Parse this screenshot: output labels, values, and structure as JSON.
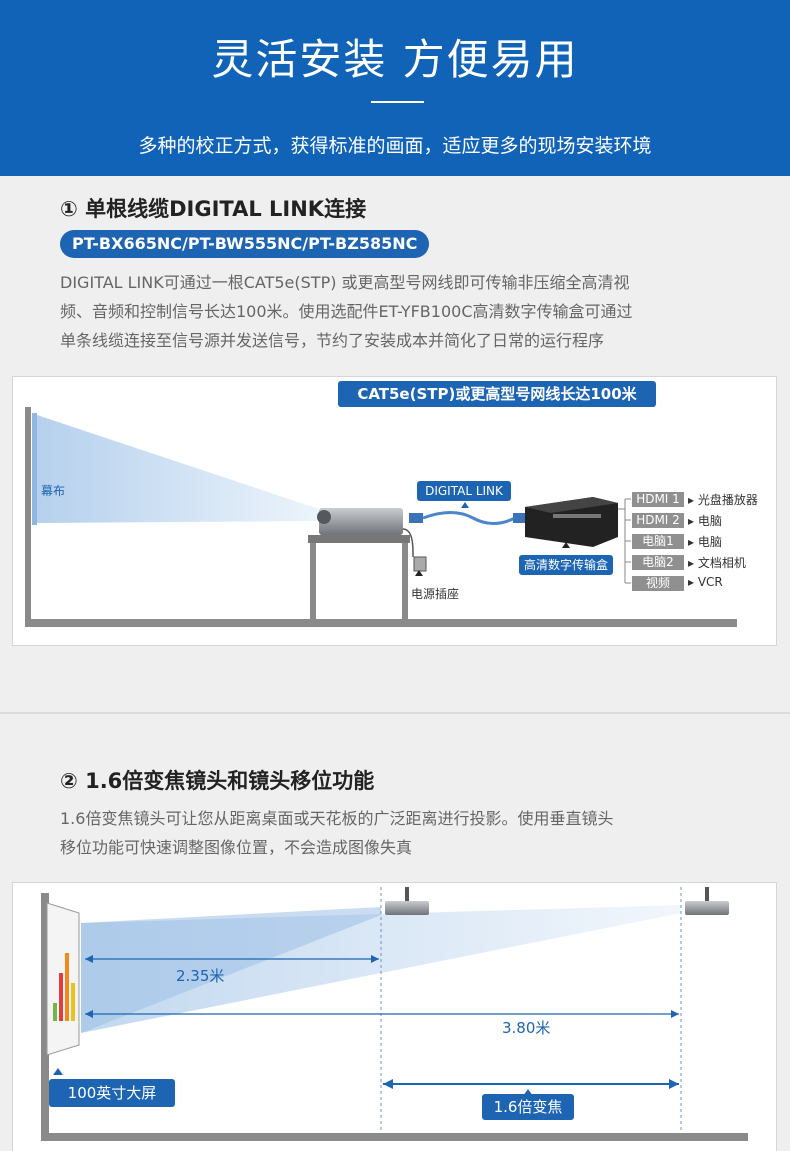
{
  "header": {
    "title": "灵活安装 方便易用",
    "subtitle": "多种的校正方式，获得标准的画面，适应更多的现场安装环境"
  },
  "section1": {
    "title": "① 单根线缆DIGITAL LINK连接",
    "models": "PT-BX665NC/PT-BW555NC/PT-BZ585NC",
    "desc_lines": [
      "DIGITAL LINK可通过一根CAT5e(STP) 或更高型号网线即可传输非压缩全高清视",
      "频、音频和控制信号长达100米。使用选配件ET-YFB100C高清数字传输盒可通过",
      "单条线缆连接至信号源并发送信号，节约了安装成本并简化了日常的运行程序"
    ],
    "diagram": {
      "cable_label": "CAT5e(STP)或更高型号网线长达100米",
      "screen_label": "幕布",
      "digital_link_label": "DIGITAL LINK",
      "box_label": "高清数字传输盒",
      "power_label": "电源插座",
      "inputs": [
        {
          "port": "HDMI 1",
          "device": "光盘播放器"
        },
        {
          "port": "HDMI 2",
          "device": "电脑"
        },
        {
          "port": "电脑1",
          "device": "电脑"
        },
        {
          "port": "电脑2",
          "device": "文档相机"
        },
        {
          "port": "视频",
          "device": "VCR"
        }
      ]
    }
  },
  "section2": {
    "title": "② 1.6倍变焦镜头和镜头移位功能",
    "desc_lines": [
      "1.6倍变焦镜头可让您从距离桌面或天花板的广泛距离进行投影。使用垂直镜头",
      "移位功能可快速调整图像位置，不会造成图像失真"
    ],
    "diagram": {
      "dist_near": "2.35米",
      "dist_far": "3.80米",
      "screen_size": "100英寸大屏",
      "zoom": "1.6倍变焦"
    }
  },
  "colors": {
    "brand_blue": "#1163b8",
    "accent_blue": "#1d64b3",
    "beam": "#b9d4ee",
    "gray_label": "#909090"
  }
}
